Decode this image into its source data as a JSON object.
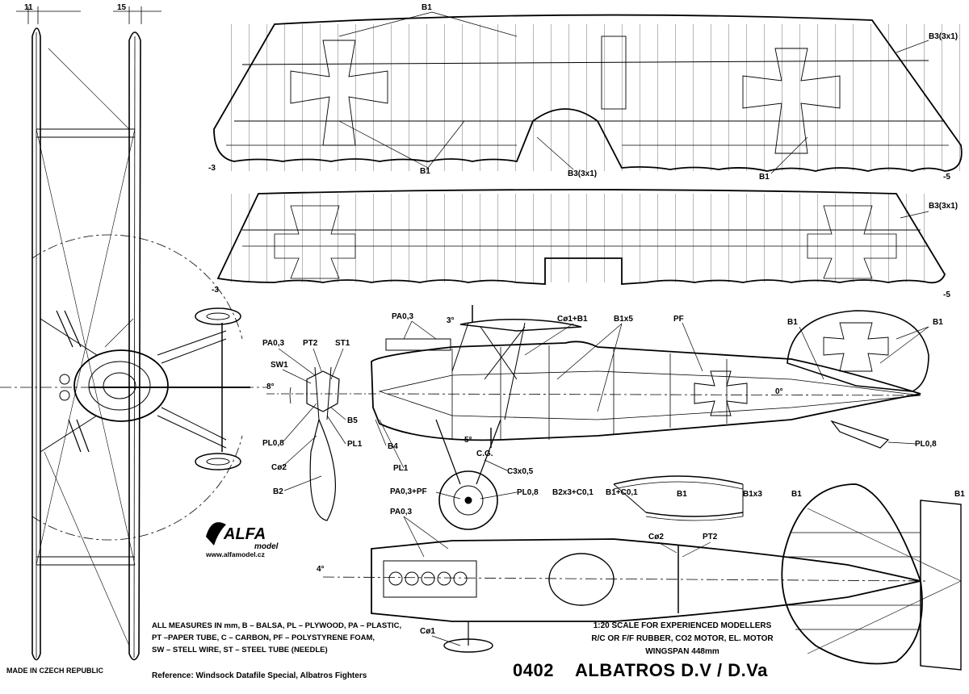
{
  "dimensions_top": {
    "left_dim": "11",
    "right_dim": "15"
  },
  "upper_wing": {
    "labels": [
      "B1",
      "B3(3x1)",
      "B1",
      "B1",
      "B3(3x1)"
    ],
    "left_angle": "-3",
    "right_angle": "-5"
  },
  "lower_wing": {
    "labels": [
      "B3(3x1)"
    ],
    "left_angle": "-3",
    "right_angle": "-5"
  },
  "nose_detail": {
    "labels": [
      "PA0,3",
      "PT2",
      "ST1",
      "SW1",
      "PL0,8",
      "B5",
      "PL1",
      "Cø2",
      "B2"
    ],
    "angle": "8°"
  },
  "side_view": {
    "labels": [
      "PA0,3",
      "3°",
      "Cø1+B1",
      "B1x5",
      "PF",
      "B1",
      "B1",
      "0°",
      "5°",
      "C.G.",
      "B4",
      "PL1",
      "C3x0,5",
      "PL0,8",
      "PA0,3+PF",
      "PL0,8"
    ]
  },
  "strut_detail": {
    "labels": [
      "B2x3+C0,1",
      "B1+C0,1",
      "B1",
      "B1x3"
    ]
  },
  "top_fuselage": {
    "labels": [
      "PA0,3",
      "Cø2",
      "PT2",
      "Cø1"
    ],
    "angle": "4°"
  },
  "tailplane": {
    "labels": [
      "B1",
      "B1"
    ]
  },
  "logo": {
    "name": "ALFA",
    "sub": "model",
    "url": "www.alfamodel.cz"
  },
  "legend": [
    "ALL MEASURES IN mm, B – BALSA, PL – PLYWOOD, PA – PLASTIC,",
    "PT –PAPER TUBE, C – CARBON, PF – POLYSTYRENE FOAM,",
    "SW – STELL WIRE, ST – STEEL TUBE (NEEDLE)"
  ],
  "specs": [
    "1:20 SCALE FOR EXPERIENCED MODELLERS",
    "R/C OR  F/F RUBBER, CO2 MOTOR, EL. MOTOR",
    "WINGSPAN  448mm"
  ],
  "made_in": "MADE IN CZECH REPUBLIC",
  "reference": "Reference: Windsock Datafile Special, Albatros Fighters",
  "plan_number": "0402",
  "title": "ALBATROS D.V / D.Va",
  "colors": {
    "ink": "#000000",
    "paper": "#ffffff"
  }
}
